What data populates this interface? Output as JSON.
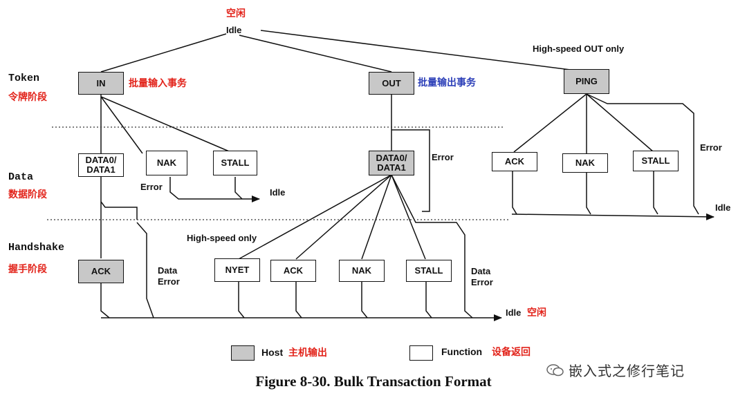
{
  "top": {
    "idle_cn": "空闲",
    "idle": "Idle"
  },
  "phases": {
    "token": "Token",
    "token_cn": "令牌阶段",
    "data": "Data",
    "data_cn": "数据阶段",
    "handshake": "Handshake",
    "handshake_cn": "握手阶段"
  },
  "token_boxes": {
    "in": "IN",
    "in_desc": "批量输入事务",
    "out": "OUT",
    "out_desc": "批量输出事务",
    "ping": "PING",
    "ping_note": "High-speed OUT only"
  },
  "in_branch": {
    "data": "DATA0/\nDATA1",
    "nak": "NAK",
    "stall": "STALL",
    "error": "Error",
    "idle": "Idle",
    "ack": "ACK",
    "data_error": "Data\nError"
  },
  "out_branch": {
    "data": "DATA0/\nDATA1",
    "error": "Error",
    "hs_only": "High-speed only",
    "nyet": "NYET",
    "ack": "ACK",
    "nak": "NAK",
    "stall": "STALL",
    "data_error": "Data\nError"
  },
  "ping_branch": {
    "ack": "ACK",
    "nak": "NAK",
    "stall": "STALL",
    "error": "Error",
    "idle": "Idle"
  },
  "bottom": {
    "idle": "Idle",
    "idle_cn": "空闲"
  },
  "legend": {
    "host": "Host",
    "host_cn": "主机输出",
    "function": "Function",
    "function_cn": "设备返回"
  },
  "caption": "Figure 8-30.  Bulk Transaction Format",
  "watermark": "嵌入式之修行笔记",
  "colors": {
    "host_fill": "#c8c8c8",
    "red": "#e2231a",
    "blue": "#2c3fb8"
  }
}
